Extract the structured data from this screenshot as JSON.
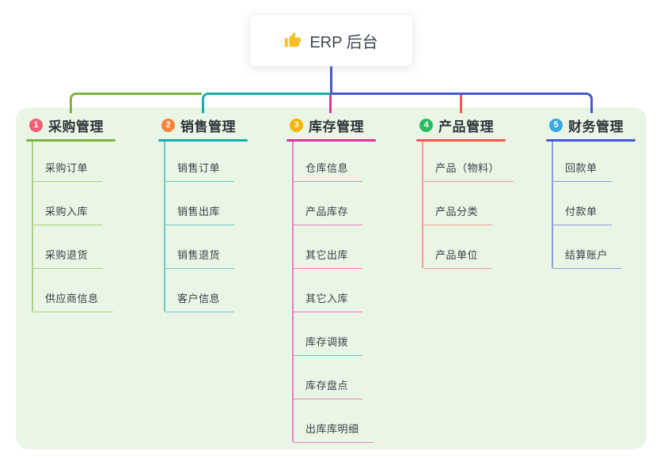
{
  "root_node": {
    "icon": "thumbs-up",
    "label": "ERP 后台"
  },
  "colors": {
    "panel_bg": "#EAF6E5",
    "root_connector": "#4459CF",
    "thumb_icon": "#F6BF26"
  },
  "branches": [
    {
      "badge": "1",
      "title": "采购管理",
      "badge_color": "#F25C77",
      "line_color": "#7CB342",
      "child_line_color": "#A9D184",
      "children": [
        "采购订单",
        "采购入库",
        "采购退货",
        "供应商信息"
      ]
    },
    {
      "badge": "2",
      "title": "销售管理",
      "badge_color": "#F6813B",
      "line_color": "#14AFA6",
      "child_line_color": "#6CCAC2",
      "children": [
        "销售订单",
        "销售出库",
        "销售退货",
        "客户信息"
      ]
    },
    {
      "badge": "3",
      "title": "库存管理",
      "badge_color": "#F7B30A",
      "line_color": "#D6359C",
      "child_line_color": "#F07EC0",
      "children": [
        "仓库信息",
        "产品库存",
        "其它出库",
        "其它入库",
        "库存调拨",
        "库存盘点",
        "出库库明细"
      ]
    },
    {
      "badge": "4",
      "title": "产品管理",
      "badge_color": "#2ABD60",
      "line_color": "#F2564D",
      "child_line_color": "#F79B94",
      "children": [
        "产品（物料）",
        "产品分类",
        "产品单位"
      ]
    },
    {
      "badge": "5",
      "title": "财务管理",
      "badge_color": "#36A9E1",
      "line_color": "#4459CF",
      "child_line_color": "#8B9ADF",
      "children": [
        "回款单",
        "付款单",
        "结算账户"
      ]
    }
  ]
}
